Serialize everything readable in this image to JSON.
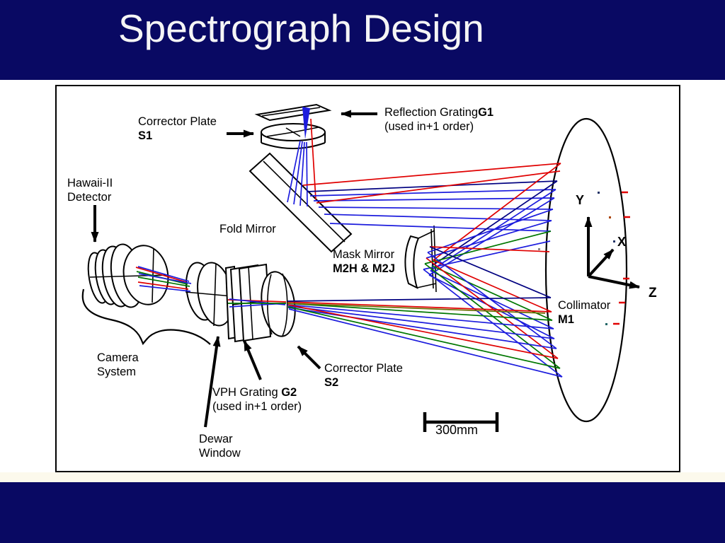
{
  "slide": {
    "title": "Spectrograph Design",
    "colors": {
      "background": "#090963",
      "surface": "#ffffff",
      "ink": "#000000",
      "title-text": "#f5f5f5",
      "accent-cream": "#fcf9ec",
      "ray-red": "#e00000",
      "ray-green": "#007700",
      "ray-blue": "#1c1cdd",
      "ray-navy": "#000080",
      "ray-olive": "#6b6b00"
    }
  },
  "diagram": {
    "labels": {
      "corrector_s1": {
        "name": "Corrector Plate",
        "id": "S1"
      },
      "reflection_g1": {
        "name": "Reflection Grating",
        "id": "G1",
        "note": "(used in+1 order)"
      },
      "hawaii_detector": {
        "line1": "Hawaii-II",
        "line2": "Detector"
      },
      "fold_mirror": {
        "name": "Fold Mirror"
      },
      "mask_mirror": {
        "name": "Mask Mirror",
        "id": "M2H & M2J"
      },
      "collimator": {
        "name": "Collimator",
        "id": "M1"
      },
      "camera_system": {
        "line1": "Camera",
        "line2": "System"
      },
      "vph_grating": {
        "name": "VPH Grating ",
        "id": "G2",
        "note": "(used in+1 order)"
      },
      "corrector_s2": {
        "name": "Corrector Plate",
        "id": "S2"
      },
      "dewar_window": {
        "line1": "Dewar",
        "line2": "Window"
      },
      "scale_bar": {
        "label": "300mm"
      },
      "axes": {
        "x": "X",
        "y": "Y",
        "z": "Z"
      }
    }
  }
}
